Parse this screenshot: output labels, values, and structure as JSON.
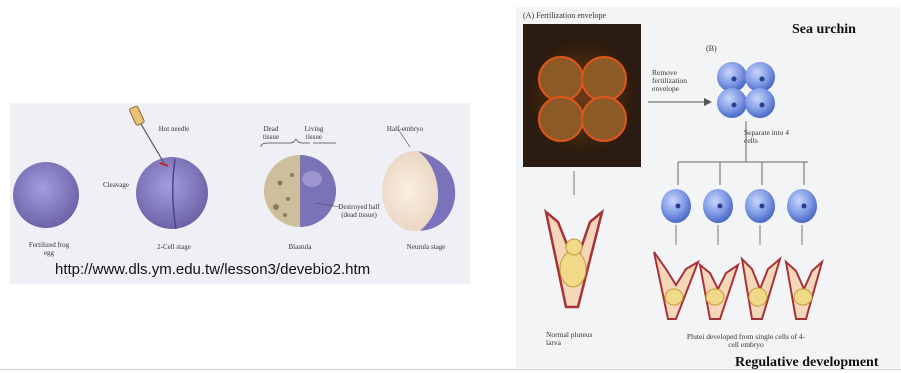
{
  "frog_figure": {
    "labels": {
      "fertilized_egg": "Fertilized frog egg",
      "cleavage": "Cleavage",
      "hot_needle": "Hot needle",
      "two_cell": "2-Cell stage",
      "dead_tissue": "Dead tissue",
      "living_tissue": "Living tissue",
      "blastula": "Blastula",
      "destroyed_half": "Destroyed half (dead tissue)",
      "half_embryo": "Half-embryo",
      "neurula": "Neurula stage"
    },
    "source_url": "http://www.dls.ym.edu.tw/lesson3/devebio2.htm"
  },
  "urchin_figure": {
    "title": "Sea urchin",
    "panel_a": "(A) Fertilization envelope",
    "panel_b": "(B)",
    "remove_envelope": "Remove fertilization envelope",
    "separate_cells": "Separate into 4 cells",
    "normal_larva": "Normal pluteus larva",
    "plutei_caption": "Plutei developed from single cells of 4-cell embryo",
    "footer": "Regulative development"
  },
  "colors": {
    "egg_purple": "#8f86c9",
    "urchin_blue": "#6f8fde",
    "larva_red": "#a8323a",
    "yolk_yellow": "#f1d98a"
  }
}
